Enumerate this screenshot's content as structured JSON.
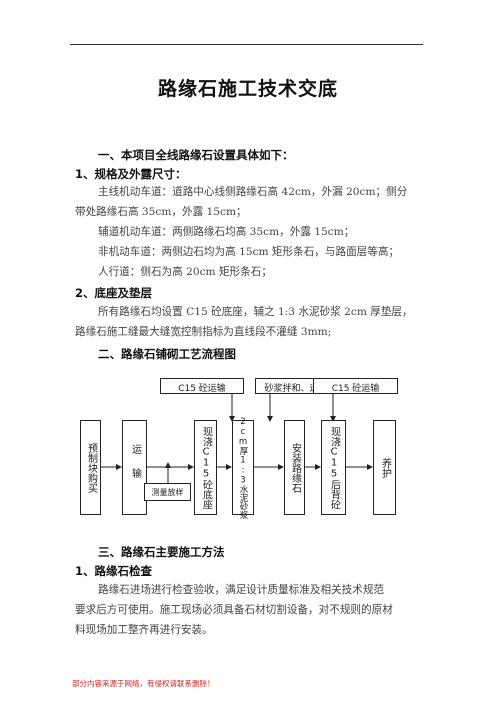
{
  "doc": {
    "title": "路缘石施工技术交底",
    "sections": {
      "s1": "一、本项目全线路缘石设置具体如下：",
      "s1_1": "1、规格及外露尺寸：",
      "p1a": "主线机动车道：道路中心线侧路缘石高 42cm，外漏 20cm；侧分",
      "p1b": "带处路缘石高 35cm，外露 15cm；",
      "p2": "辅道机动车道：两侧路缘石均高 35cm，外露 15cm；",
      "p3": "非机动车道：两侧边石均为高 15cm 矩形条石，与路面层等高；",
      "p4": "人行道：侧石为高 20cm 矩形条石；",
      "s1_2": "2、底座及垫层",
      "p5a": "所有路缘石均设置 C15 砼底座，辅之 1:3 水泥砂浆 2cm 厚垫层，",
      "p5b": "路缘石施工缝最大缝宽控制指标为直线段不灌缝 3mm;",
      "s2": "二、路缘石铺砌工艺流程图",
      "s3": "三、路缘石主要施工方法",
      "s3_1": "1、路缘石检查",
      "p6a": "路缘石进场进行检查验收，满足设计质量标准及相关技术规范",
      "p6b": "要求后方可使用。施工现场必须具备石材切割设备，对不规则的原材",
      "p6c": "料现场加工整齐再进行安装。"
    },
    "footer": "部分内容来源于网络，有侵权请联系删除！"
  },
  "flow": {
    "top": [
      "C15 砼运输",
      "砂浆拌和、运输",
      "C15 砼运输"
    ],
    "steps": [
      "预制块购买",
      "运输",
      "现浇C15砼底座",
      "2cm厚1:3水泥砂浆",
      "安装路缘石",
      "现浇C15后背砼",
      "养护"
    ],
    "sub": "测量放样"
  }
}
